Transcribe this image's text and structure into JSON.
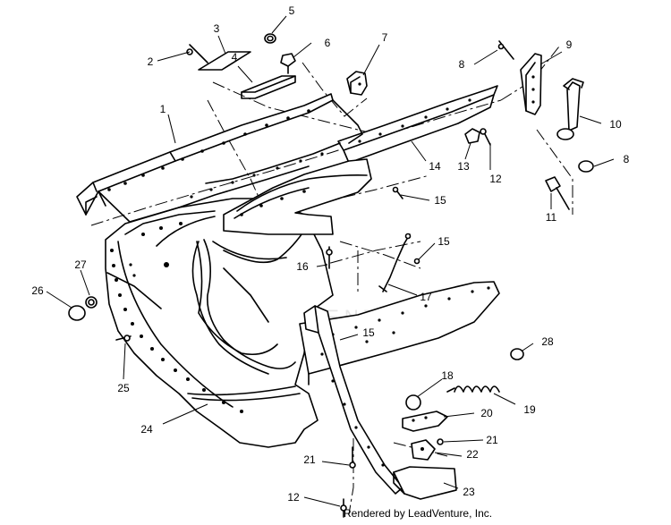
{
  "callouts": [
    {
      "id": "c1",
      "label": "1"
    },
    {
      "id": "c2",
      "label": "2"
    },
    {
      "id": "c3",
      "label": "3"
    },
    {
      "id": "c4",
      "label": "4"
    },
    {
      "id": "c5",
      "label": "5"
    },
    {
      "id": "c6",
      "label": "6"
    },
    {
      "id": "c7",
      "label": "7"
    },
    {
      "id": "c8a",
      "label": "8"
    },
    {
      "id": "c8b",
      "label": "8"
    },
    {
      "id": "c9",
      "label": "9"
    },
    {
      "id": "c10",
      "label": "10"
    },
    {
      "id": "c11",
      "label": "11"
    },
    {
      "id": "c12a",
      "label": "12"
    },
    {
      "id": "c12b",
      "label": "12"
    },
    {
      "id": "c13",
      "label": "13"
    },
    {
      "id": "c14",
      "label": "14"
    },
    {
      "id": "c15a",
      "label": "15"
    },
    {
      "id": "c15b",
      "label": "15"
    },
    {
      "id": "c15c",
      "label": "15"
    },
    {
      "id": "c16",
      "label": "16"
    },
    {
      "id": "c17",
      "label": "17"
    },
    {
      "id": "c18",
      "label": "18"
    },
    {
      "id": "c19",
      "label": "19"
    },
    {
      "id": "c20",
      "label": "20"
    },
    {
      "id": "c21a",
      "label": "21"
    },
    {
      "id": "c21b",
      "label": "21"
    },
    {
      "id": "c22",
      "label": "22"
    },
    {
      "id": "c23",
      "label": "23"
    },
    {
      "id": "c24",
      "label": "24"
    },
    {
      "id": "c25",
      "label": "25"
    },
    {
      "id": "c26",
      "label": "26"
    },
    {
      "id": "c27",
      "label": "27"
    },
    {
      "id": "c28",
      "label": "28"
    }
  ],
  "watermark": "LEADVENTURE",
  "credit": "Rendered by LeadVenture, Inc."
}
